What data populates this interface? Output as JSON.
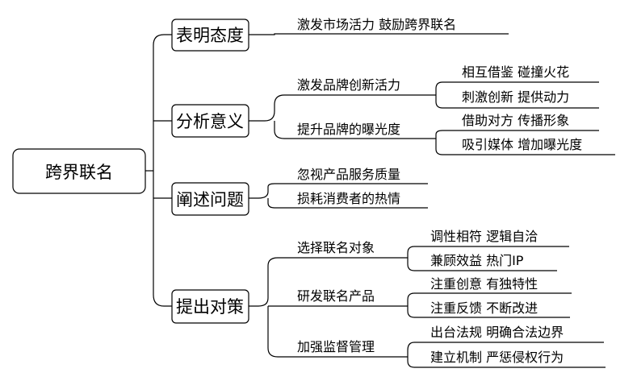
{
  "root": "跨界联名",
  "branches": [
    {
      "label": "表明态度",
      "children": [
        {
          "label": "激发市场活力  鼓励跨界联名",
          "children": []
        }
      ]
    },
    {
      "label": "分析意义",
      "children": [
        {
          "label": "激发品牌创新活力",
          "children": [
            "相互借鉴  碰撞火花",
            "刺激创新  提供动力"
          ]
        },
        {
          "label": "提升品牌的曝光度",
          "children": [
            "借助对方  传播形象",
            "吸引媒体  增加曝光度"
          ]
        }
      ]
    },
    {
      "label": "阐述问题",
      "children": [
        {
          "label": "忽视产品服务质量",
          "children": []
        },
        {
          "label": "损耗消费者的热情",
          "children": []
        }
      ]
    },
    {
      "label": "提出对策",
      "children": [
        {
          "label": "选择联名对象",
          "children": [
            "调性相符  逻辑自洽",
            "兼顾效益  热门IP"
          ]
        },
        {
          "label": "研发联名产品",
          "children": [
            "注重创意  有独特性",
            "注重反馈  不断改进"
          ]
        },
        {
          "label": "加强监督管理",
          "children": [
            "出台法规  明确合法边界",
            "建立机制  严惩侵权行为"
          ]
        }
      ]
    }
  ]
}
